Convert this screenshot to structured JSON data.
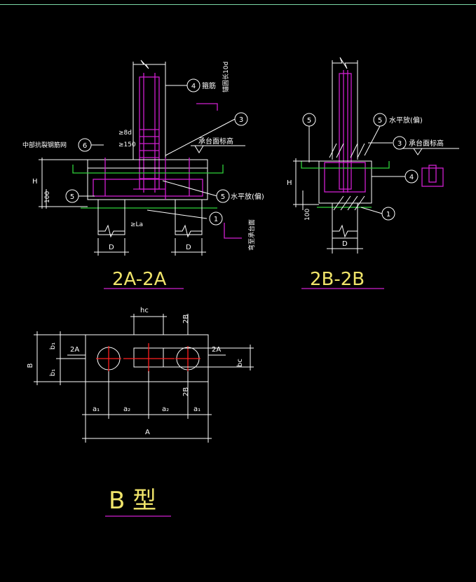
{
  "colors": {
    "background": "#000000",
    "lines": "#ffffff",
    "rebar": "#d020d0",
    "mesh": "#2fd23a",
    "axis": "#ff2020",
    "title": "#f0e46a"
  },
  "section_2a": {
    "title": "2A-2A",
    "label_mesh": "中部抗裂钢筋网",
    "label_hoop": "箍筋",
    "label_anchor": "锚固长10d",
    "label_cap_top": "承台面标高",
    "label_horizontal": "水平放(偏)",
    "label_bottom": "弯至承台面",
    "dim_8d": "≥8d",
    "dim_150": "≥150",
    "dim_la": "≥La",
    "dim_h": "H",
    "dim_100": "100",
    "dim_d1": "D",
    "dim_d2": "D",
    "marker_4": "4",
    "marker_3": "3",
    "marker_6": "6",
    "marker_5a": "5",
    "marker_5b": "5",
    "marker_1": "1"
  },
  "section_2b": {
    "title": "2B-2B",
    "label_horizontal": "水平放(偏)",
    "label_cap_top": "承台面标高",
    "dim_h": "H",
    "dim_100": "100",
    "dim_d": "D",
    "marker_5a": "5",
    "marker_5b": "5",
    "marker_3": "3",
    "marker_4": "4",
    "marker_1": "1"
  },
  "plan": {
    "dim_hc": "hc",
    "dim_bc": "bc",
    "dim_b": "B",
    "dim_b1_top": "b₁",
    "dim_b1_bot": "b₁",
    "dim_a1_left": "a₁",
    "dim_a2_left": "a₂",
    "dim_a2_right": "a₂",
    "dim_a1_right": "a₁",
    "dim_a": "A",
    "cut_2a_left": "2A",
    "cut_2a_right": "2A",
    "cut_2b_top": "2B",
    "cut_2b_bottom": "2B"
  },
  "type_title": "B 型"
}
